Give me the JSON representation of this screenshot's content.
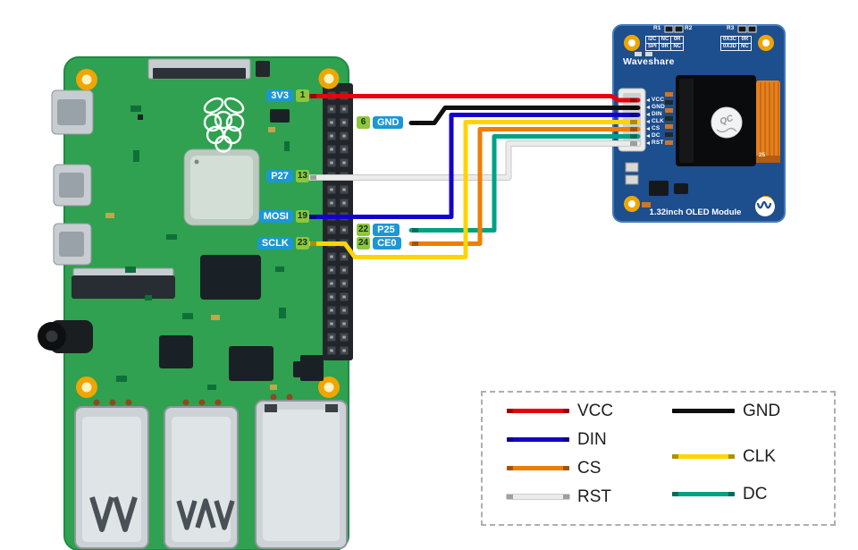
{
  "pi": {
    "badges": [
      {
        "pin": "1",
        "label": "3V3"
      },
      {
        "pin": "6",
        "label": "GND"
      },
      {
        "pin": "13",
        "label": "P27"
      },
      {
        "pin": "19",
        "label": "MOSI"
      },
      {
        "pin": "22",
        "label": "P25"
      },
      {
        "pin": "23",
        "label": "SCLK"
      },
      {
        "pin": "24",
        "label": "CE0"
      }
    ]
  },
  "oled": {
    "brand": "Waveshare",
    "module_name": "1.32inch OLED Module",
    "pins": [
      "VCC",
      "GND",
      "DIN",
      "CLK",
      "CS",
      "DC",
      "RST"
    ],
    "resistors": [
      "R1",
      "R2",
      "R3"
    ],
    "table_left": [
      [
        "I2C",
        "NC",
        "0R"
      ],
      [
        "SPI",
        "0R",
        "NC"
      ]
    ],
    "table_right": [
      [
        "0X3C",
        "0R"
      ],
      [
        "0X3D",
        "NC"
      ]
    ],
    "qc_mark": "QC",
    "flex_number": "25"
  },
  "legend": {
    "entries": [
      {
        "label": "VCC",
        "color": "#e8000d"
      },
      {
        "label": "GND",
        "color": "#101010"
      },
      {
        "label": "DIN",
        "color": "#1400cc"
      },
      {
        "label": "CLK",
        "color": "#ffd400"
      },
      {
        "label": "CS",
        "color": "#f07d00"
      },
      {
        "label": "DC",
        "color": "#00a184"
      },
      {
        "label": "RST",
        "color": "#ebebeb"
      }
    ]
  },
  "colors": {
    "badge-blue": "#1b97d5",
    "badge-green": "#8dc63f",
    "pi-board": "#2fa150",
    "oled-board": "#1d4e8d",
    "hole-gold": "#f0a500"
  }
}
